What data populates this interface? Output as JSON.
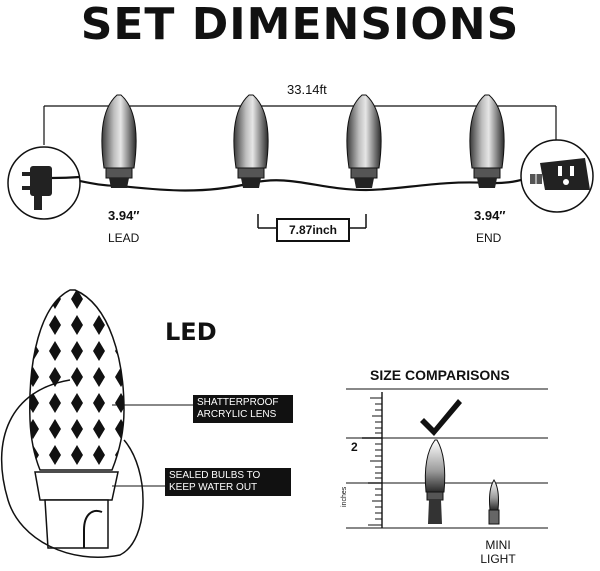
{
  "title": "SET DIMENSIONS",
  "total_length": "33.14ft",
  "bulb_spacing": "7.87inch",
  "lead": {
    "value": "3.94″",
    "label": "LEAD"
  },
  "end": {
    "value": "3.94″",
    "label": "END"
  },
  "led_label": "LED",
  "callouts": {
    "lens": "SHATTERPROOF ARCRYLIC LENS",
    "sealed": "SEALED BULBS TO KEEP WATER OUT"
  },
  "size_comparisons": {
    "heading": "SIZE COMPARISONS",
    "tick_label": "2",
    "ruler_unit": "inches",
    "mini_label_line1": "MINI",
    "mini_label_line2": "LIGHT"
  },
  "icons": [
    "plug-icon",
    "socket-icon",
    "check-icon",
    "bulb-icon"
  ]
}
